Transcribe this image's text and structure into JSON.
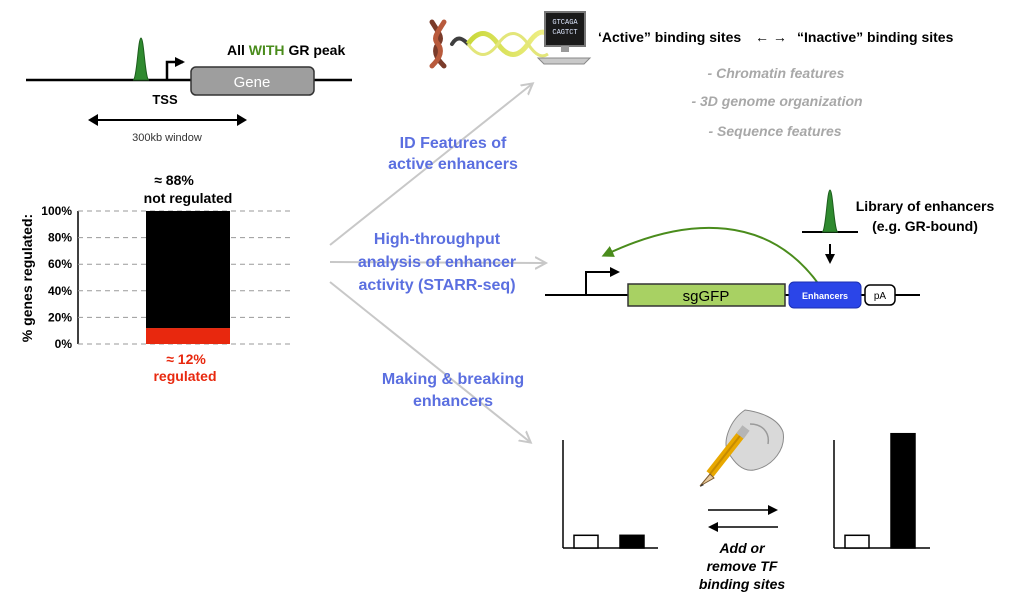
{
  "colors": {
    "black": "#000000",
    "green_peak": "#2f8a2f",
    "gene_fill": "#9e9e9e",
    "gr_green": "#4a8c1c",
    "red_regulated": "#e8280e",
    "blue_text": "#5b6fe0",
    "gray_text": "#a8a8a8",
    "sgfp_fill": "#a8d163",
    "enhancer_fill": "#2b45e8"
  },
  "top_left": {
    "title_prefix": "All",
    "title_highlight": "WITH",
    "title_suffix": "GR peak",
    "gene_label": "Gene",
    "tss_label": "TSS",
    "window_label": "300kb window"
  },
  "chart_data": {
    "type": "bar",
    "ylabel": "% genes regulated:",
    "ylim": [
      0,
      100
    ],
    "yticks": [
      "0%",
      "20%",
      "40%",
      "60%",
      "80%",
      "100%"
    ],
    "stack": [
      {
        "name": "regulated",
        "value": 12,
        "color": "#e8280e"
      },
      {
        "name": "not regulated",
        "value": 88,
        "color": "#000000"
      }
    ],
    "top_annotation": {
      "percent": "≈ 88%",
      "label": "not regulated"
    },
    "bottom_annotation": {
      "percent": "≈ 12%",
      "label": "regulated"
    }
  },
  "middle": {
    "id_features": [
      "ID Features of",
      "active enhancers"
    ],
    "high_throughput": [
      "High-throughput",
      "analysis of enhancer",
      "activity (STARR-seq)"
    ],
    "making_breaking": [
      "Making & breaking",
      "enhancers"
    ]
  },
  "top_right": {
    "dna_seq_line1": "GTCAGA",
    "dna_seq_line2": "CAGTCT",
    "active_label": "‘Active” binding sites",
    "arrows": "← →",
    "inactive_label": "“Inactive” binding sites",
    "features": [
      "- Chromatin features",
      "- 3D genome organization",
      "- Sequence features"
    ]
  },
  "starr": {
    "library_label_1": "Library of enhancers",
    "library_label_2": "(e.g. GR-bound)",
    "sgfp_label": "sgGFP",
    "enhancers_label": "Enhancers",
    "pa_label": "pA"
  },
  "bottom_right": {
    "before_values": [
      1,
      1
    ],
    "after_values": [
      1,
      9
    ],
    "caption": [
      "Add or",
      "remove TF",
      "binding sites"
    ]
  }
}
